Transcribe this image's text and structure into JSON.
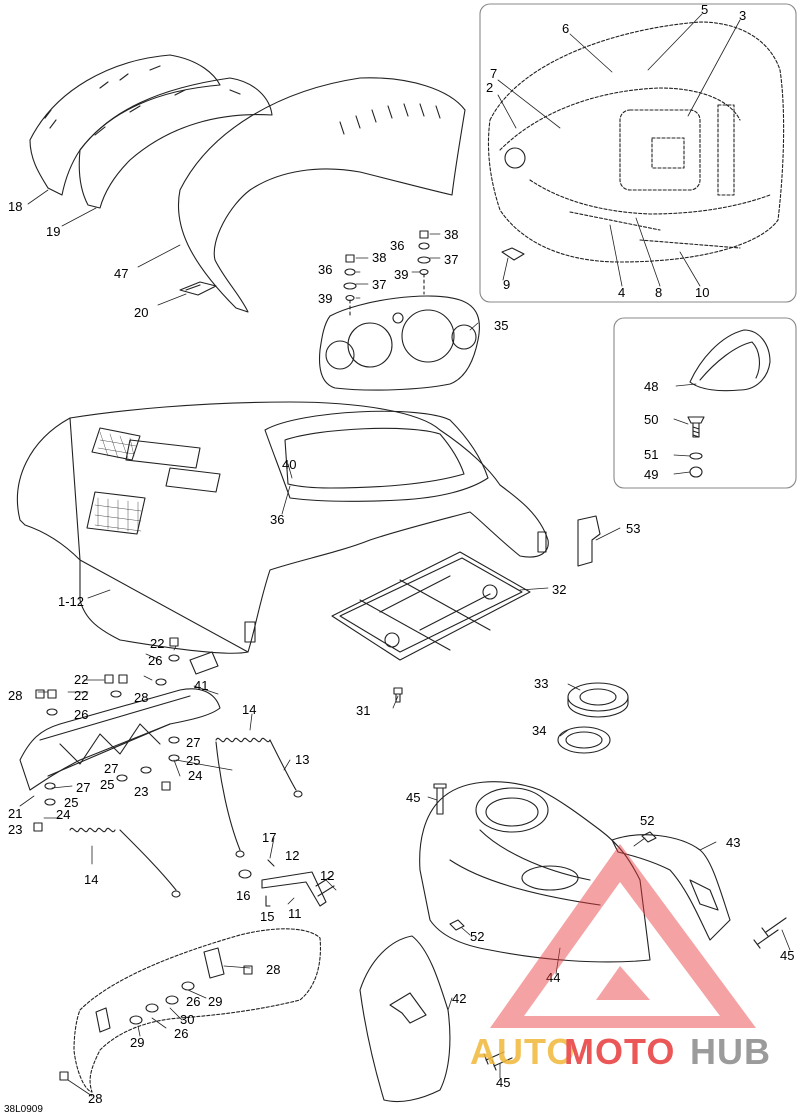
{
  "figure": {
    "reference_code": "38L0909"
  },
  "callouts": [
    "1-12",
    "2",
    "3",
    "4",
    "5",
    "6",
    "7",
    "8",
    "9",
    "10",
    "11",
    "12",
    "12",
    "13",
    "14",
    "14",
    "15",
    "16",
    "17",
    "18",
    "19",
    "20",
    "21",
    "22",
    "22",
    "22",
    "23",
    "23",
    "24",
    "24",
    "25",
    "25",
    "25",
    "26",
    "26",
    "26",
    "26",
    "27",
    "27",
    "27",
    "28",
    "28",
    "28",
    "28",
    "29",
    "29",
    "30",
    "31",
    "32",
    "33",
    "34",
    "35",
    "36",
    "36",
    "36",
    "37",
    "37",
    "38",
    "38",
    "39",
    "39",
    "40",
    "41",
    "42",
    "43",
    "44",
    "45",
    "45",
    "45",
    "47",
    "48",
    "49",
    "50",
    "51",
    "52",
    "52",
    "53"
  ],
  "watermark": {
    "word_part1": "AUTO",
    "word_part2": "MOTO",
    "word_part3": "HUB",
    "color_gold": "#f0b83a",
    "color_red": "#e8393a",
    "color_gray": "#8a8a8a"
  }
}
